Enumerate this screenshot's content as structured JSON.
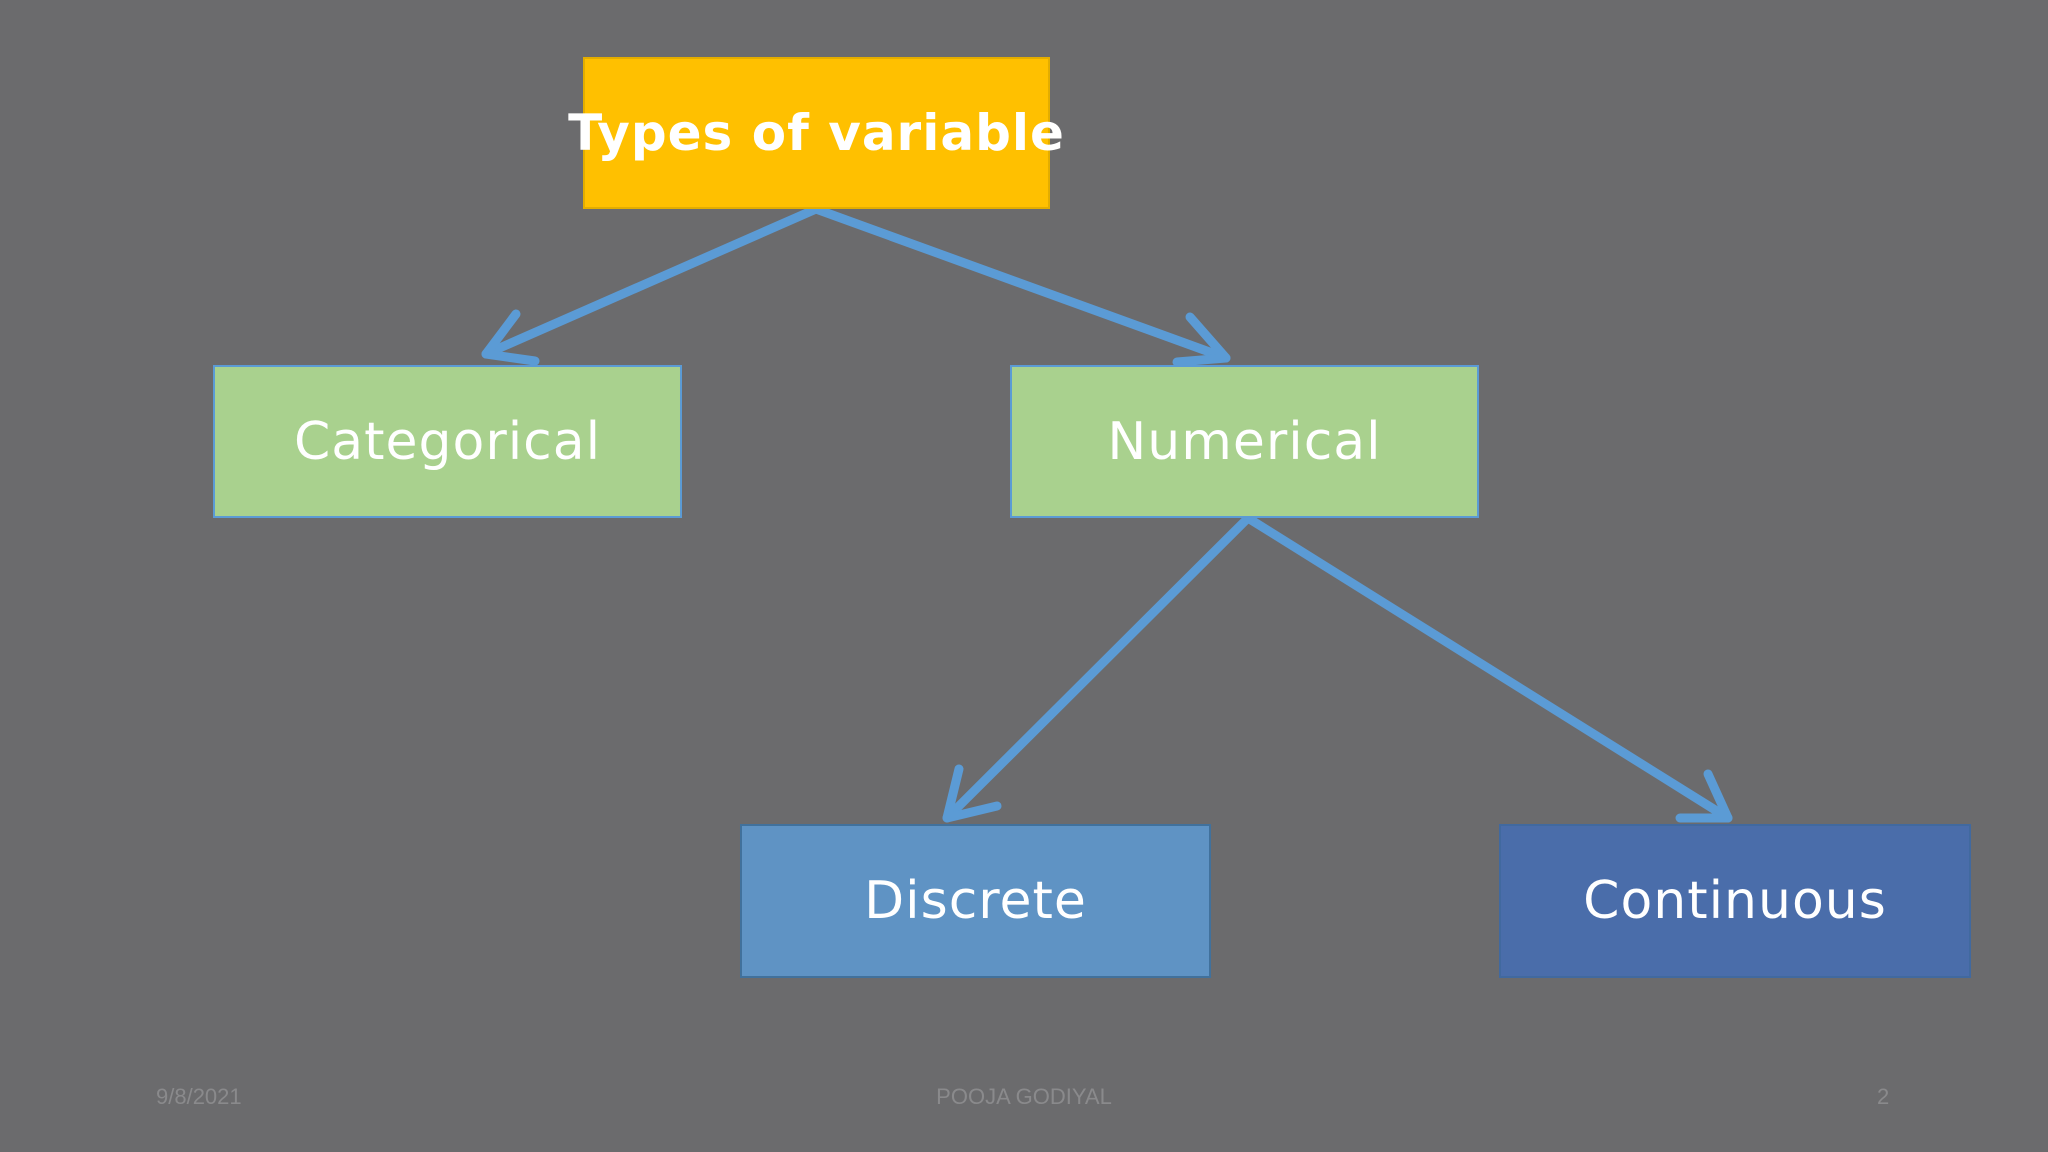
{
  "diagram": {
    "root": {
      "label": "Types of variable",
      "color": "#ffc000"
    },
    "level1": [
      {
        "label": "Categorical",
        "color": "#a9d18e"
      },
      {
        "label": "Numerical",
        "color": "#a9d18e"
      }
    ],
    "level2": [
      {
        "label": "Discrete",
        "color": "#5f93c4"
      },
      {
        "label": "Continuous",
        "color": "#4a6daa"
      }
    ],
    "edges": [
      {
        "from": "Types of variable",
        "to": "Categorical"
      },
      {
        "from": "Types of variable",
        "to": "Numerical"
      },
      {
        "from": "Numerical",
        "to": "Discrete"
      },
      {
        "from": "Numerical",
        "to": "Continuous"
      }
    ],
    "arrow_color": "#5b9bd5"
  },
  "footer": {
    "date": "9/8/2021",
    "author": "POOJA GODIYAL",
    "page_number": "2"
  },
  "background_color": "#6b6b6d"
}
